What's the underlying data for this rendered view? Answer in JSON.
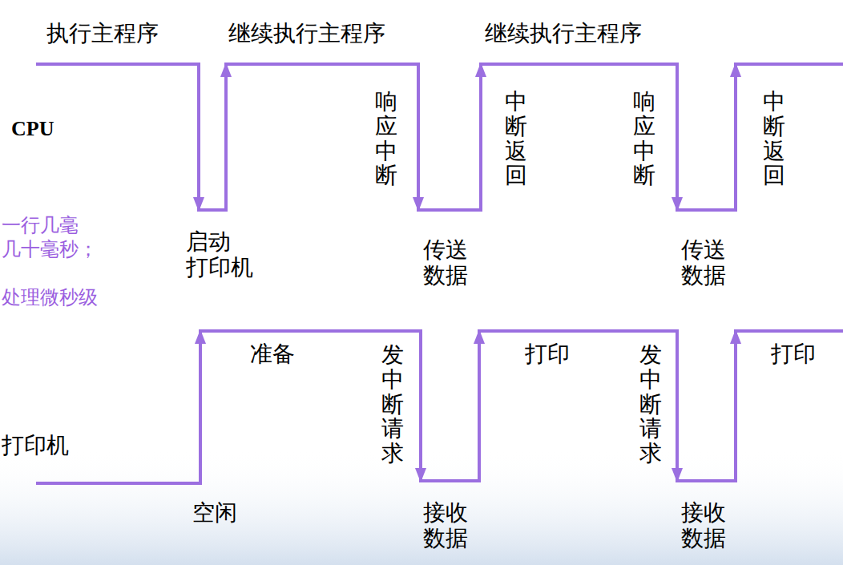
{
  "diagram": {
    "labels": [
      "执行主程序",
      "继续执行主程序",
      "继续执行主程序",
      "CPU",
      "响应中断",
      "中断返回",
      "响应中断",
      "中断返回",
      "一行几毫",
      "几十毫秒；",
      "处理微秒级",
      "启动 打印机",
      "传送 数据",
      "传送 数据",
      "准备",
      "发中断请求",
      "打印",
      "发中断请求",
      "打印",
      "打印机",
      "空闲",
      "接收 数据",
      "接收 数据"
    ]
  }
}
